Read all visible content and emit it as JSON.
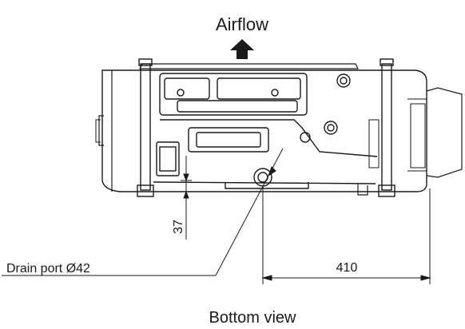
{
  "labels": {
    "airflow": "Airflow",
    "drain_port": "Drain port Ø42",
    "dim_37": "37",
    "dim_410": "410",
    "view_caption": "Bottom view"
  },
  "icons": {
    "airflow_arrow": "arrow-up-icon"
  },
  "colors": {
    "line": "#1a1a1a",
    "background": "#ffffff"
  }
}
